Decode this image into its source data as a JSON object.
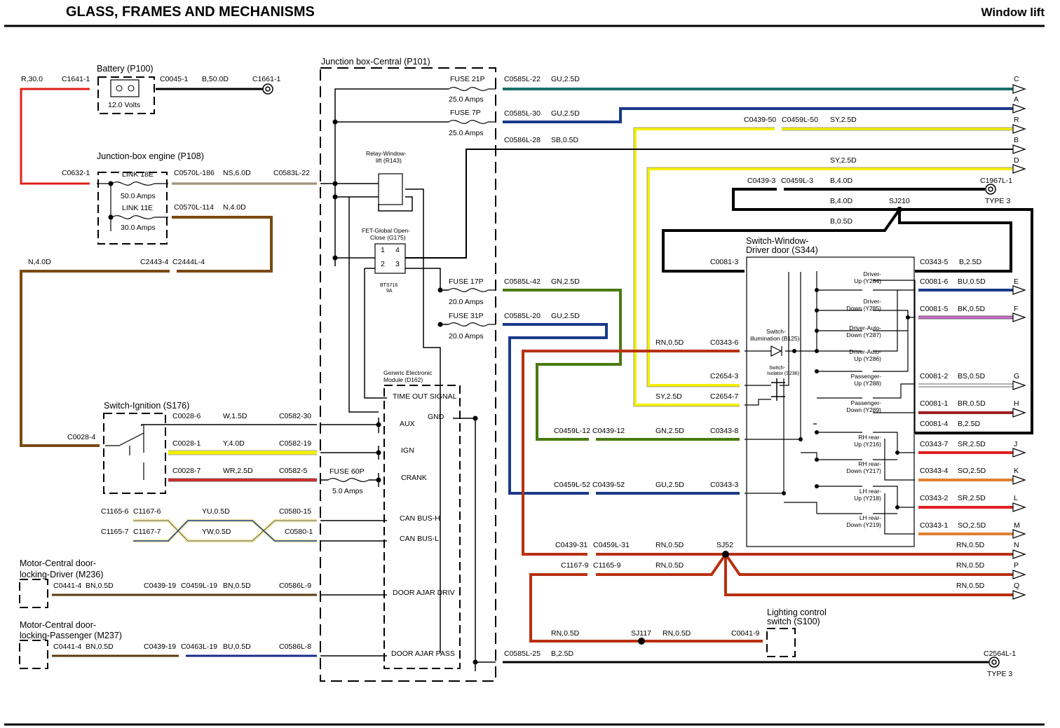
{
  "header": {
    "title": "GLASS, FRAMES AND MECHANISMS",
    "section": "Window lift"
  },
  "colors": {
    "red": "#e0201a",
    "black": "#000000",
    "tan": "#c9b9a0",
    "brown": "#7a4a10",
    "teal": "#1a6f6a",
    "navy": "#1a3a8a",
    "yellow": "#f5f000",
    "green": "#4a7a10",
    "rust": "#b83010",
    "orange": "#e08030",
    "pink": "#d070d0",
    "ycream": "#f2ecb0"
  },
  "components": {
    "battery": {
      "name": "Battery (P100)",
      "voltage": "12.0 Volts"
    },
    "jbox_engine": {
      "name": "Junction-box engine (P108)",
      "link1": "LINK 18E",
      "link1_amps": "50.0 Amps",
      "link2": "LINK 11E",
      "link2_amps": "30.0 Amps"
    },
    "jbox_central": {
      "name": "Junction box-Central (P101)"
    },
    "relay": {
      "name1": "Relay-Window-",
      "name2": "lift (R143)"
    },
    "fet": {
      "name1": "FET-Global Open-",
      "name2": "Close (G175)",
      "part": "BTS716",
      "amps": "9A",
      "p1": "1",
      "p2": "2",
      "p3": "3",
      "p4": "4"
    },
    "gem": {
      "name1": "Generic Electronic",
      "name2": "Module (D162)",
      "timeout": "TIME OUT SIGNAL",
      "gnd": "GND",
      "aux": "AUX",
      "ign": "IGN",
      "crank": "CRANK",
      "canh": "CAN BUS-H",
      "canl": "CAN BUS-L",
      "ajar_driv": "DOOR AJAR DRIV",
      "ajar_pass": "DOOR AJAR PASS"
    },
    "ignition": {
      "name": "Switch-Ignition (S176)"
    },
    "switch_window": {
      "name1": "Switch-Window-",
      "name2": "Driver door (S344)",
      "illum1": "Switch-",
      "illum2": "illumination (B125)",
      "isolator1": "Switch-",
      "isolator2": "Isolator (S236)"
    },
    "motor_driver": {
      "l1": "Motor-Central door-",
      "l2": "locking-Driver (M236)"
    },
    "motor_pass": {
      "l1": "Motor-Central door-",
      "l2": "locking-Passenger (M237)"
    },
    "lighting": {
      "l1": "Lighting control",
      "l2": "switch (S100)"
    },
    "fuses": {
      "f21": "FUSE 21P",
      "f21a": "25.0 Amps",
      "f7": "FUSE 7P",
      "f7a": "25.0 Amps",
      "f17": "FUSE 17P",
      "f17a": "20.0 Amps",
      "f31": "FUSE 31P",
      "f31a": "20.0 Amps",
      "f60": "FUSE 60P",
      "f60a": "5.0 Amps"
    }
  },
  "switches": [
    {
      "l1": "Driver-",
      "l2": "Up (Y284)"
    },
    {
      "l1": "Driver-",
      "l2": "Down (Y285)"
    },
    {
      "l1": "Driver-Auto-",
      "l2": "Down (Y287)"
    },
    {
      "l1": "Driver-Auto-",
      "l2": "Up (Y286)"
    },
    {
      "l1": "Passenger-",
      "l2": "Up (Y288)"
    },
    {
      "l1": "Passenger-",
      "l2": "Down (Y289)"
    },
    {
      "l1": "RH rear-",
      "l2": "Up (Y216)"
    },
    {
      "l1": "RH rear-",
      "l2": "Down (Y217)"
    },
    {
      "l1": "LH rear-",
      "l2": "Up (Y218)"
    },
    {
      "l1": "LH rear-",
      "l2": "Down (Y219)"
    }
  ],
  "labels": {
    "r300": "R,30.0",
    "c1641": "C1641-1",
    "c0045": "C0045-1",
    "b500d": "B,50.0D",
    "c1661": "C1661-1",
    "c0632": "C0632-1",
    "c0570_186": "C0570L-186",
    "ns60d": "NS,6.0D",
    "c0583": "C0583L-22",
    "c0570_114": "C0570L-114",
    "n40d_a": "N,4.0D",
    "n40d_b": "N,4.0D",
    "c2443": "C2443-4",
    "c2444": "C2444L-4",
    "c0585_22": "C0585L-22",
    "gu25d_c": "GU,2.5D",
    "c0585_30": "C0585L-30",
    "gu25d_a": "GU,2.5D",
    "c0439_50": "C0439-50",
    "c0459_50": "C0459L-50",
    "sy25d_r": "SY,2.5D",
    "c0586_28": "C0586L-28",
    "sb05d": "SB,0.5D",
    "sy25d_d": "SY,2.5D",
    "c0439_3": "C0439-3",
    "c0459_3": "C0459L-3",
    "b40d_1": "B,4.0D",
    "c1967": "C1967L-1",
    "type3a": "TYPE 3",
    "b40d_2": "B,4.0D",
    "sj210": "SJ210",
    "b05d": "B,0.5D",
    "c0081_3": "C0081-3",
    "c0343_5": "C0343-5",
    "b25d_5": "B,2.5D",
    "c0081_6": "C0081-6",
    "bu05d": "BU,0.5D",
    "c0081_5": "C0081-5",
    "bk05d": "BK,0.5D",
    "c0585_42": "C0585L-42",
    "gn25d_f17": "GN,2.5D",
    "c0585_20": "C0585L-20",
    "gu25d_f31": "GU,2.5D",
    "rn05d_6": "RN,0.5D",
    "c0343_6": "C0343-6",
    "c2654_3": "C2654-3",
    "c0081_2": "C0081-2",
    "bs05d": "BS,0.5D",
    "sy25d_7": "SY,2.5D",
    "c2654_7": "C2654-7",
    "c0081_1": "C0081-1",
    "br05d": "BR,0.5D",
    "c0081_4": "C0081-4",
    "b25d_4": "B,2.5D",
    "c0459_12": "C0459L-12",
    "c0439_12": "C0439-12",
    "gn25d_8": "GN,2.5D",
    "c0343_8": "C0343-8",
    "c0343_7": "C0343-7",
    "sr25d_j": "SR,2.5D",
    "c0343_4": "C0343-4",
    "so25d_k": "SO,2.5D",
    "c0459_52": "C0459L-52",
    "c0439_52": "C0439-52",
    "gu25d_3": "GU,2.5D",
    "c0343_3": "C0343-3",
    "c0343_2": "C0343-2",
    "sr25d_l": "SR,2.5D",
    "c0343_1": "C0343-1",
    "so25d_m": "SO,2.5D",
    "c0439_31": "C0439-31",
    "c0459_31": "C0459L-31",
    "rn05d_31": "RN,0.5D",
    "sj52": "SJ52",
    "rn05d_n": "RN,0.5D",
    "c1167_9": "C1167-9",
    "c1165_9": "C1165-9",
    "rn05d_9": "RN,0.5D",
    "rn05d_p": "RN,0.5D",
    "rn05d_q": "RN,0.5D",
    "rn05d_sj117a": "RN,0.5D",
    "sj117": "SJ117",
    "rn05d_sj117b": "RN,0.5D",
    "c0041_9": "C0041-9",
    "c0585_25": "C0585L-25",
    "b25d_25": "B,2.5D",
    "c2564": "C2564L-1",
    "type3b": "TYPE 3",
    "c0028_4": "C0028-4",
    "c0028_6": "C0028-6",
    "w15d": "W,1.5D",
    "c0582_30": "C0582-30",
    "c0028_1": "C0028-1",
    "y40d": "Y,4.0D",
    "c0582_19": "C0582-19",
    "c0028_7": "C0028-7",
    "wr25d": "WR,2.5D",
    "c0582_5": "C0582-5",
    "c1165_6": "C1165-6",
    "c1167_6": "C1167-6",
    "yu05d": "YU,0.5D",
    "c0580_15": "C0580-15",
    "c1165_7": "C1165-7",
    "c1167_7": "C1167-7",
    "yw05d": "YW,0.5D",
    "c0580_1": "C0580-1",
    "c0441_4a": "C0441-4",
    "bn05d_a": "BN,0.5D",
    "c0439_19a": "C0439-19",
    "c0459_19": "C0459L-19",
    "bn05d_b": "BN,0.5D",
    "c0586_9": "C0586L-9",
    "c0441_4b": "C0441-4",
    "bn05d_c": "BN,0.5D",
    "c0439_19b": "C0439-19",
    "c0463_19": "C0463L-19",
    "bu05d_b": "BU,0.5D",
    "c0586_8": "C0586L-8"
  },
  "outputs": [
    "C",
    "A",
    "R",
    "B",
    "D",
    "E",
    "F",
    "G",
    "H",
    "J",
    "K",
    "L",
    "M",
    "N",
    "P",
    "Q"
  ]
}
